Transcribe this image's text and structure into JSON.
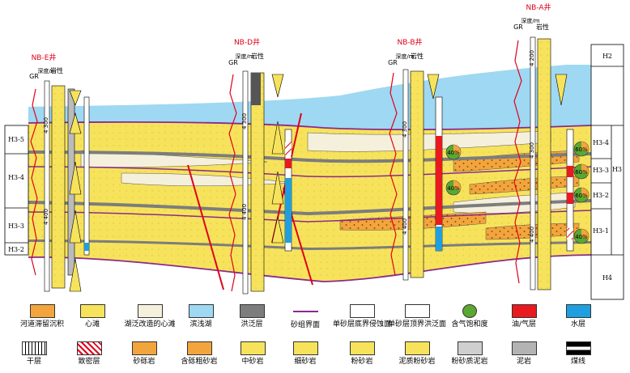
{
  "wells": [
    {
      "name": "NB-E井",
      "gr": "GR",
      "depth_label": "深度/m",
      "lith_label": "岩性",
      "depth_ticks": [
        "4 300",
        "4 400"
      ]
    },
    {
      "name": "NB-D井",
      "gr": "GR",
      "depth_label": "深度/m",
      "lith_label": "岩性",
      "depth_ticks": [
        "4 300",
        "4 400"
      ]
    },
    {
      "name": "NB-B井",
      "gr": "GR",
      "depth_label": "深度/m",
      "lith_label": "岩性",
      "depth_ticks": [
        "4 300",
        "4 400"
      ]
    },
    {
      "name": "NB-A井",
      "gr": "GR",
      "depth_label": "深度/m",
      "lith_label": "岩性",
      "depth_ticks": [
        "4 200",
        "4 300",
        "4 400"
      ]
    }
  ],
  "left_zones": [
    "H3-5",
    "H3-4",
    "H3-3",
    "H3-2"
  ],
  "right_zones": [
    "H2",
    "H3-4",
    "H3-3",
    "H3-2",
    "H3-1",
    "H4"
  ],
  "right_group": "H3",
  "pies": [
    {
      "well": "NB-B井",
      "values": [
        "40%",
        "40%"
      ]
    },
    {
      "well": "NB-A井",
      "values": [
        "60%",
        "60%",
        "60%",
        "40%"
      ]
    }
  ],
  "legend": {
    "row1": [
      {
        "label": "河道滞留沉积",
        "pattern": "lag"
      },
      {
        "label": "心滩",
        "pattern": "bar"
      },
      {
        "label": "湖泛改造的心滩",
        "pattern": "modbar"
      },
      {
        "label": "滨浅湖",
        "pattern": "lake"
      },
      {
        "label": "洪泛层",
        "pattern": "flood"
      },
      {
        "label": "砂组界面",
        "pattern": "sgline"
      },
      {
        "label": "单砂层底界侵蚀面",
        "pattern": "erosion"
      },
      {
        "label": "单砂层顶界洪泛面",
        "pattern": "floodsurf"
      },
      {
        "label": "含气饱和度",
        "pattern": "pie"
      },
      {
        "label": "油/气层",
        "pattern": "oil"
      },
      {
        "label": "水层",
        "pattern": "water"
      }
    ],
    "row2": [
      {
        "label": "干层",
        "pattern": "dry"
      },
      {
        "label": "致密层",
        "pattern": "tight"
      },
      {
        "label": "砂砾岩",
        "pattern": "conglom"
      },
      {
        "label": "含砾粗砂岩",
        "pattern": "coarse"
      },
      {
        "label": "中砂岩",
        "pattern": "medium"
      },
      {
        "label": "细砂岩",
        "pattern": "fine"
      },
      {
        "label": "粉砂岩",
        "pattern": "silt"
      },
      {
        "label": "泥质粉砂岩",
        "pattern": "mudsilt"
      },
      {
        "label": "粉砂质泥岩",
        "pattern": "siltmud"
      },
      {
        "label": "泥岩",
        "pattern": "mud"
      },
      {
        "label": "煤线",
        "pattern": "coal"
      }
    ]
  },
  "colors": {
    "lake": "#9fd8f2",
    "bar": "#f7e35b",
    "modbar": "#f5f0dc",
    "lag": "#f2a53c",
    "oil": "#e8191f",
    "water": "#1f9fe0",
    "sand_group_line": "#8b2a8b",
    "fault": "#e0001b"
  }
}
